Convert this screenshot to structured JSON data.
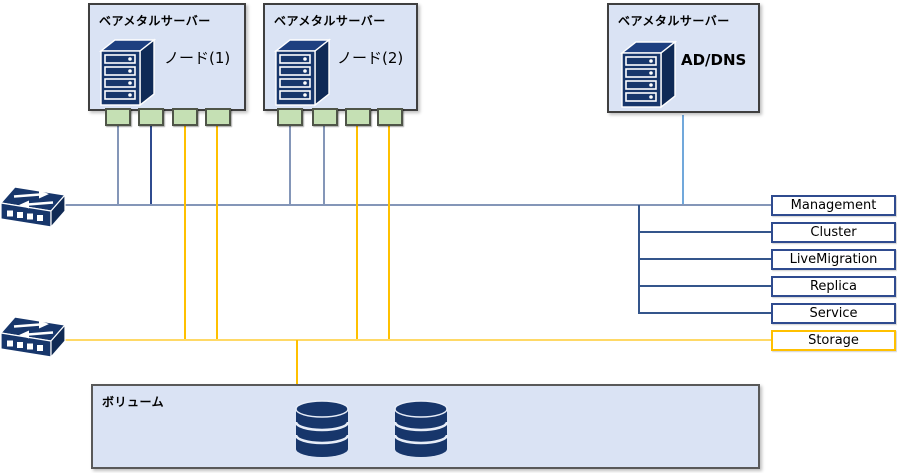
{
  "servers": [
    {
      "title": "ベアメタルサーバー",
      "label": "ノード(1)"
    },
    {
      "title": "ベアメタルサーバー",
      "label": "ノード(2)"
    },
    {
      "title": "ベアメタルサーバー",
      "label": "AD/DNS"
    }
  ],
  "volume": {
    "title": "ボリューム"
  },
  "networks": [
    {
      "label": "Management"
    },
    {
      "label": "Cluster"
    },
    {
      "label": "LiveMigration"
    },
    {
      "label": "Replica"
    },
    {
      "label": "Service"
    },
    {
      "label": "Storage"
    }
  ],
  "icons": {
    "server": "server-tower-icon",
    "switch": "network-switch-icon",
    "database": "database-cylinder-icon",
    "nic": "nic-port"
  },
  "colors": {
    "box_fill": "#DAE3F4",
    "box_border": "#3F3F3F",
    "volume_border": "#595959",
    "network_border_blue": "#2F4B8F",
    "network_border_yellow": "#FFC000",
    "line_grey_blue": "#8496B8",
    "line_navy": "#2F4B8F",
    "line_branch_navy": "#34558B",
    "line_yellow": "#FFC000",
    "line_yellow_light": "#FFD966",
    "line_light_blue": "#71A8DB",
    "port_fill": "#C5E0B4",
    "icon_navy": "#17366B"
  }
}
